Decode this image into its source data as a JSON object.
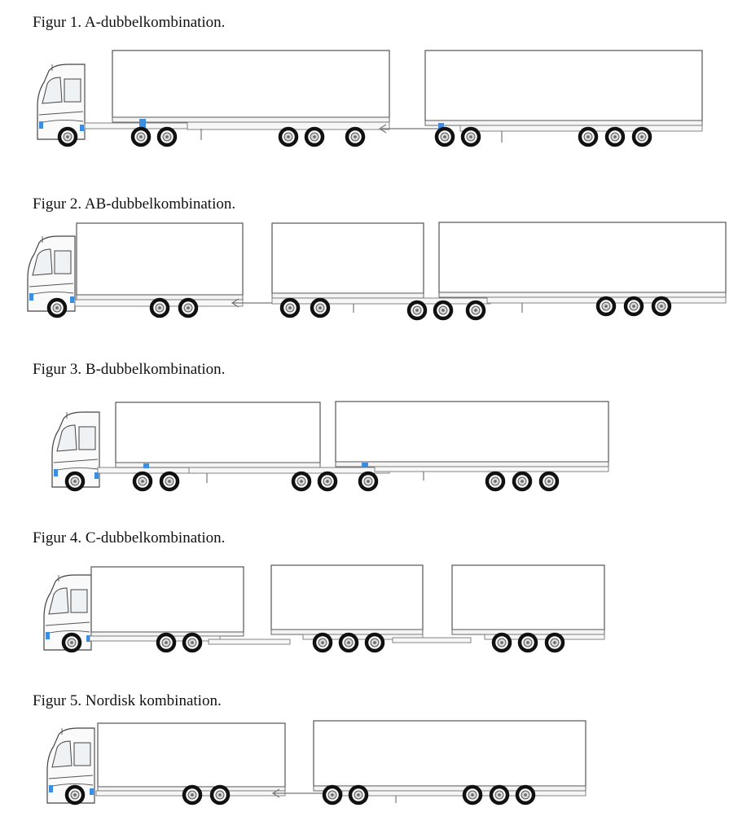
{
  "figures": [
    {
      "caption": "Figur 1. A-dubbelkombination."
    },
    {
      "caption": "Figur 2. AB-dubbelkombination."
    },
    {
      "caption": "Figur 3. B-dubbelkombination."
    },
    {
      "caption": "Figur 4. C-dubbelkombination."
    },
    {
      "caption": "Figur 5. Nordisk kombination."
    }
  ]
}
